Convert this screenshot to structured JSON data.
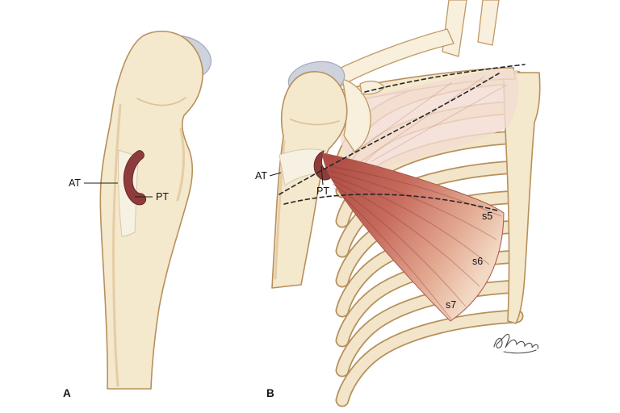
{
  "figure": {
    "background_color": "#ffffff",
    "panel_a": {
      "label": "A",
      "labels": {
        "at": "AT",
        "pt": "PT"
      }
    },
    "panel_b": {
      "label": "B",
      "labels": {
        "at": "AT",
        "pt": "PT",
        "s5": "s5",
        "s6": "s6",
        "s7": "s7"
      }
    },
    "colors": {
      "bone_fill": "#f4e8cd",
      "bone_outline": "#b7905c",
      "cartilage_fill": "#cdd2dd",
      "tendon_maroon": "#8e3c3b",
      "muscle_red_dark": "#ad4c44",
      "muscle_red_pale": "#f3d9c4",
      "clavipectoral_pink": "#f3dcd2",
      "annotation_color": "#141414"
    }
  }
}
